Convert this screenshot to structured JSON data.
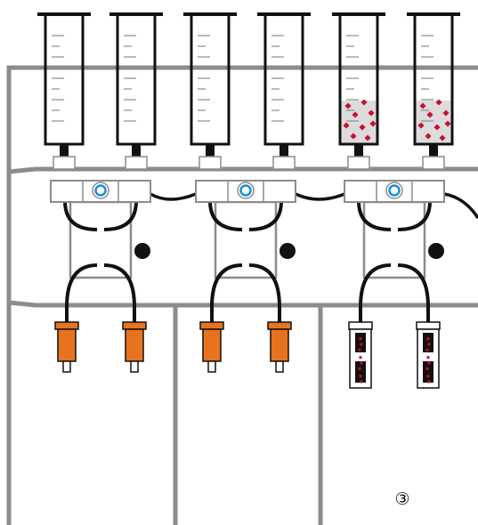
{
  "colors": {
    "frame": "#8c8c8c",
    "outline": "#111111",
    "tube": "#111111",
    "manifold_body": "#ffffff",
    "valve_ring": "#1a8fd6",
    "cartridge": "#e8731e",
    "particle_fill": "#dcdcdc",
    "particle": "#c8102e"
  },
  "syringes": [
    {
      "filled": false
    },
    {
      "filled": false
    },
    {
      "filled": false
    },
    {
      "filled": false
    },
    {
      "filled": true
    },
    {
      "filled": true
    }
  ],
  "manifolds": [
    {
      "outlet_type": "orange-cartridge"
    },
    {
      "outlet_type": "orange-cartridge"
    },
    {
      "outlet_type": "particle-column"
    }
  ],
  "step_label": {
    "text": "③"
  }
}
